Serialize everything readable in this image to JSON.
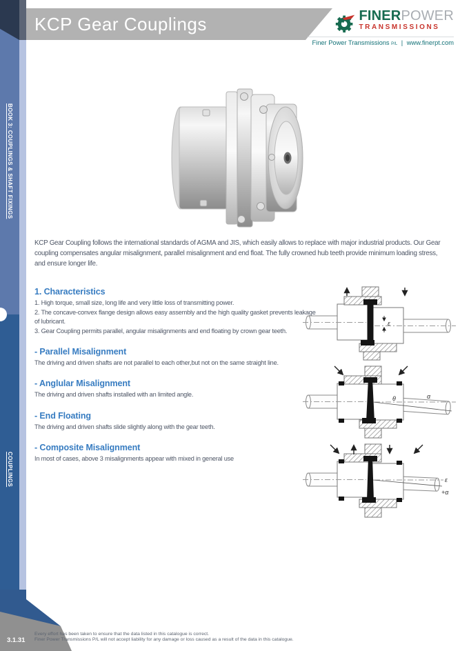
{
  "page": {
    "title": "KCP Gear Couplings",
    "page_number": "3.1.31"
  },
  "sidebar": {
    "book_label": "BOOK 3: COUPLINGS & SHAFT FIXINGS",
    "section_label": "COUPLINGS"
  },
  "logo": {
    "brand_primary": "FINER",
    "brand_secondary": "POWER",
    "brand_sub": "TRANSMISSIONS",
    "tagline_company": "Finer Power Transmissions",
    "tagline_suffix": "P/L",
    "tagline_separator": "|",
    "website": "www.finerpt.com"
  },
  "colors": {
    "header_gray": "#b2b2b2",
    "band_mid_blue": "#5d79ac",
    "band_dark_blue": "#2f5d94",
    "band_navy": "#2b3950",
    "band_light_blue": "#b6c3e1",
    "heading_blue": "#377cc1",
    "brand_green": "#176b50",
    "brand_red": "#c8342c",
    "tagline_teal": "#127177"
  },
  "intro": {
    "text": "KCP Gear Coupling follows the international standards of AGMA and JIS, which easily allows to replace with major industrial products. Our Gear coupling compensates angular misalignment, parallel misalignment and end float. The fully crowned hub teeth provide minimum loading stress, and ensure longer life."
  },
  "characteristics": {
    "heading": "1. Characteristics",
    "items": [
      "1. High torque, small size, long life and very little loss of transmitting power.",
      "2. The concave-convex flange design allows easy assembly and the high quality gasket prevents leakage of lubricant.",
      "3. Gear Coupling permits parallel, angular misalignments and end floating by crown gear teeth."
    ]
  },
  "sections": [
    {
      "heading": "- Parallel Misalignment",
      "body": "The driving and driven shafts are not parallel to each other,but not on the same straight line."
    },
    {
      "heading": "- Anglular Misalignment",
      "body": "The driving and driven shafts installed with an limited angle."
    },
    {
      "heading": "- End Floating",
      "body": "The driving and driven shafts slide slightly along with the gear teeth."
    },
    {
      "heading": "- Composite Misalignment",
      "body": "In most of cases, above 3 misalignments appear with mixed in general use"
    }
  ],
  "diagrams": [
    {
      "name": "parallel-misalignment",
      "labels": {
        "epsilon": "ε"
      }
    },
    {
      "name": "angular-misalignment",
      "labels": {
        "theta": "θ",
        "alpha": "α"
      }
    },
    {
      "name": "composite-misalignment",
      "labels": {
        "epsilon": "ε",
        "alpha": "+α"
      }
    }
  ],
  "footer": {
    "line1": "Every effort has been taken to ensure that the data listed in this catalogue is correct.",
    "line2": "Finer Power Transmissions P/L will not accept liability for any damage or loss caused as a result of the data in this catalogue."
  }
}
